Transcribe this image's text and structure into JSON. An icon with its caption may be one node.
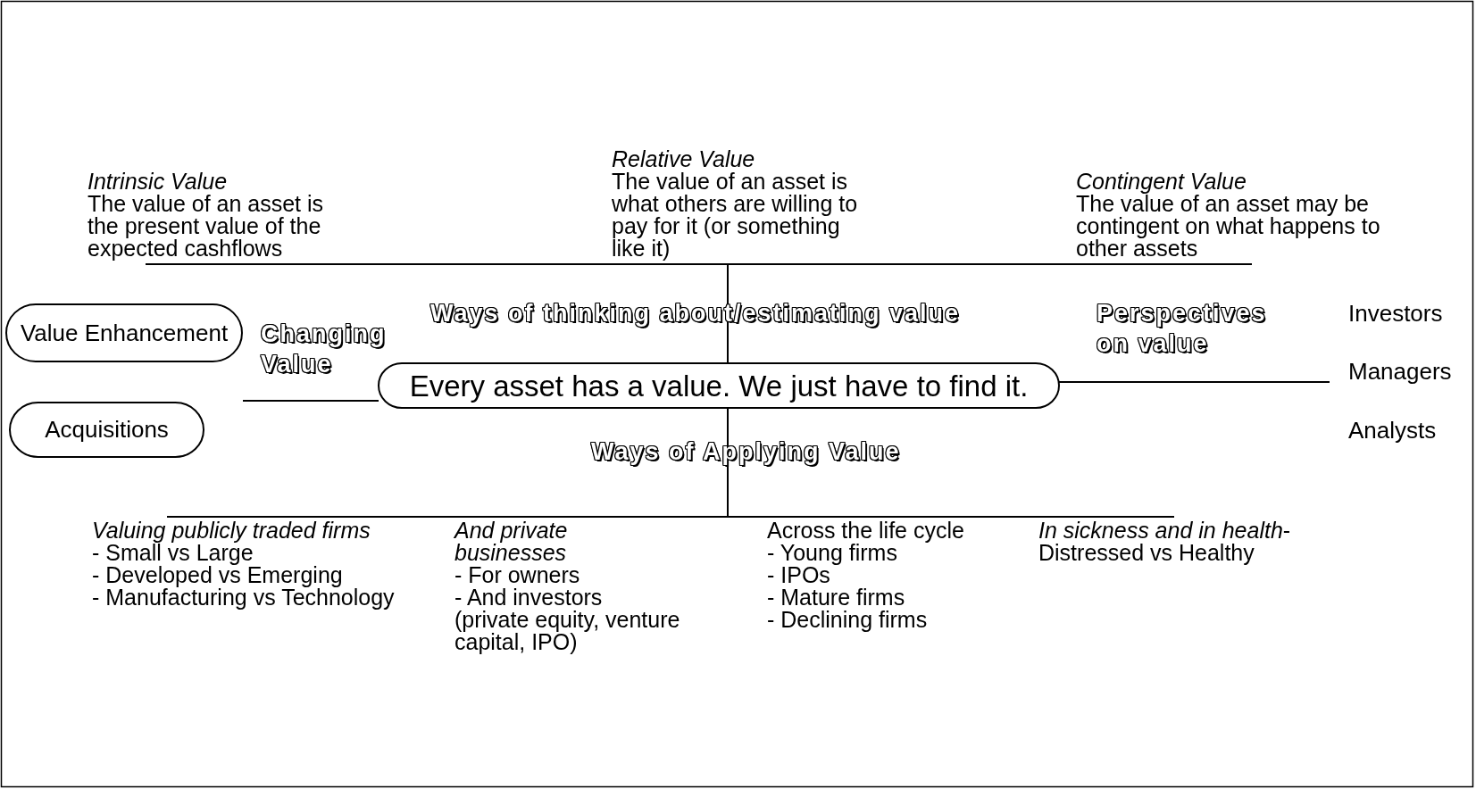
{
  "diagram": {
    "nodes": [
      {
        "text": [
          "*Intrinsic Value*",
          "The value of an asset is the present value of the expected cashflows"
        ]
      },
      {
        "text": [
          "*Relative Value*",
          "The value of an asset is what others are willing to pay for it (or something like it)"
        ]
      },
      {
        "text": [
          "*Contingent Value*",
          "The value of an asset may be contingent on what happens to other assets"
        ]
      },
      {
        "text": [
          "Value Enhancement"
        ]
      },
      {
        "text": [
          "Every asset has a value. We just have to find it."
        ]
      },
      {
        "text": [
          "Acquisitions"
        ]
      },
      {
        "text": [
          "*Valuing publicly traded firms*",
          "- Small vs Large",
          "- Developed vs Emerging",
          "- Manufacturing vs Technology"
        ]
      },
      {
        "text": [
          "*And private businesses*",
          "- For owners",
          "- And investors",
          "(private equity, venture capital, IPO)"
        ]
      },
      {
        "text": [
          "Across the life cycle",
          "- Young firms",
          "-  IPOs",
          "- Mature firms",
          "- Declining firms"
        ]
      },
      {
        "text": [
          "*In sickness and in health*-",
          "Distressed vs Healthy"
        ]
      }
    ],
    "edges": [
      {
        "from": 4,
        "to": 0,
        "arrow": "none"
      },
      {
        "from": 4,
        "to": 1,
        "arrow": "none"
      },
      {
        "from": 4,
        "to": 2,
        "arrow": "none"
      },
      {
        "from": 4,
        "to": null,
        "arrow": "none"
      },
      {
        "from": 4,
        "to": null,
        "arrow": "none"
      },
      {
        "from": 4,
        "to": 6,
        "arrow": "none"
      },
      {
        "from": 4,
        "to": 7,
        "arrow": "none"
      },
      {
        "from": 4,
        "to": 8,
        "arrow": "none"
      },
      {
        "from": 4,
        "to": 9,
        "arrow": "none"
      }
    ],
    "labels": [
      "Ways of thinking about/estimating value",
      "Perspectives on value",
      "Investors",
      "Changing Value",
      "Managers",
      "Analysts",
      "Ways of Applying Value"
    ]
  }
}
